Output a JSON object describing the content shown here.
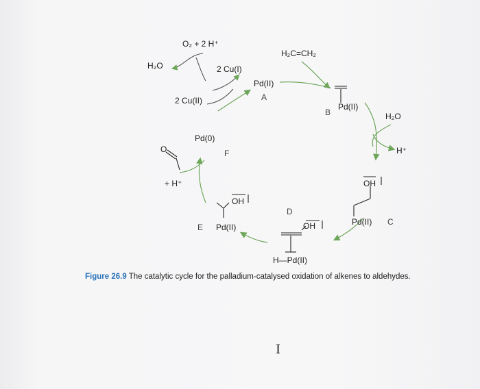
{
  "colors": {
    "arrow": "#6ea65a",
    "text": "#1d1d1d",
    "caption_accent": "#2a72b8",
    "letter": "#444444"
  },
  "labels": {
    "o2_2h": "O₂ + 2 H⁺",
    "h2o_left": "H₂O",
    "cu1": "2 Cu(I)",
    "cu2": "2 Cu(II)",
    "pd2_a": "Pd(II)",
    "letter_a": "A",
    "ethene": "H₂C=CH₂",
    "pd2_b": "Pd(II)",
    "letter_b": "B",
    "h2o_right": "H₂O",
    "h_plus_right": "H⁺",
    "oh_c": "OH",
    "pd2_c": "Pd(II)",
    "letter_c": "C",
    "letter_d": "D",
    "oh_d": "OH",
    "h_pd2": "H—Pd(II)",
    "oh_e": "OH",
    "letter_e": "E",
    "pd2_e": "Pd(II)",
    "pd0": "Pd(0)",
    "letter_f": "F",
    "h_plus_left": "+ H⁺",
    "aldehyde_o": "O"
  },
  "caption": {
    "figure_label": "Figure 26.9",
    "text": " The catalytic cycle for the palladium-catalysed oxidation of alkenes to aldehydes."
  },
  "cursor_glyph": "I"
}
